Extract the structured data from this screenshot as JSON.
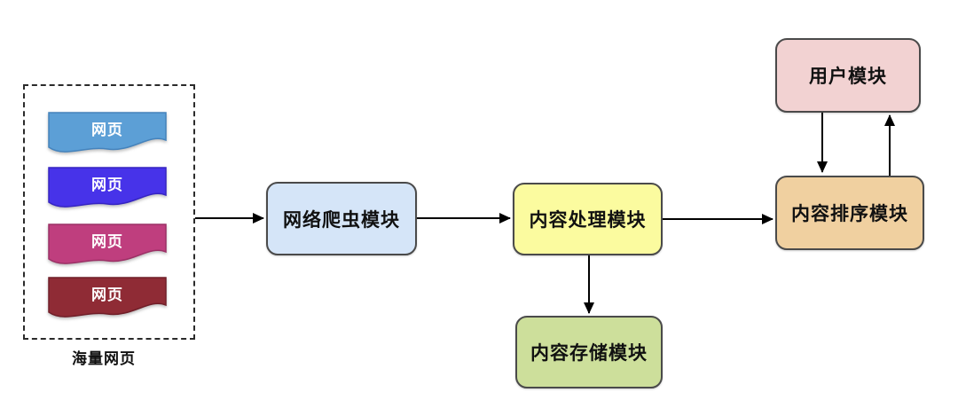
{
  "sources": {
    "group_label": "海量网页",
    "pages": [
      {
        "label": "网页",
        "fill": "#5C9FD6",
        "stroke": "#4583BC"
      },
      {
        "label": "网页",
        "fill": "#4733E9",
        "stroke": "#3625C2"
      },
      {
        "label": "网页",
        "fill": "#BF3E7E",
        "stroke": "#9C3166"
      },
      {
        "label": "网页",
        "fill": "#8F2B35",
        "stroke": "#701F29"
      }
    ]
  },
  "modules": {
    "crawler": {
      "label": "网络爬虫模块",
      "fill": "#D5E5F8"
    },
    "processing": {
      "label": "内容处理模块",
      "fill": "#FBFB9F"
    },
    "storage": {
      "label": "内容存储模块",
      "fill": "#CDDF9B"
    },
    "ranking": {
      "label": "内容排序模块",
      "fill": "#F0D0A0"
    },
    "user": {
      "label": "用户模块",
      "fill": "#F2D2D2"
    }
  },
  "edges": [
    {
      "from": "海量网页",
      "to": "网络爬虫模块",
      "direction": "right"
    },
    {
      "from": "网络爬虫模块",
      "to": "内容处理模块",
      "direction": "right"
    },
    {
      "from": "内容处理模块",
      "to": "内容排序模块",
      "direction": "right"
    },
    {
      "from": "内容处理模块",
      "to": "内容存储模块",
      "direction": "down"
    },
    {
      "from": "用户模块",
      "to": "内容排序模块",
      "direction": "down"
    },
    {
      "from": "内容排序模块",
      "to": "用户模块",
      "direction": "up"
    }
  ],
  "style": {
    "node_border_color": "#4a4a4a",
    "arrow_color": "#000000",
    "text_color": "#111111",
    "flag_text_color": "#ffffff"
  }
}
